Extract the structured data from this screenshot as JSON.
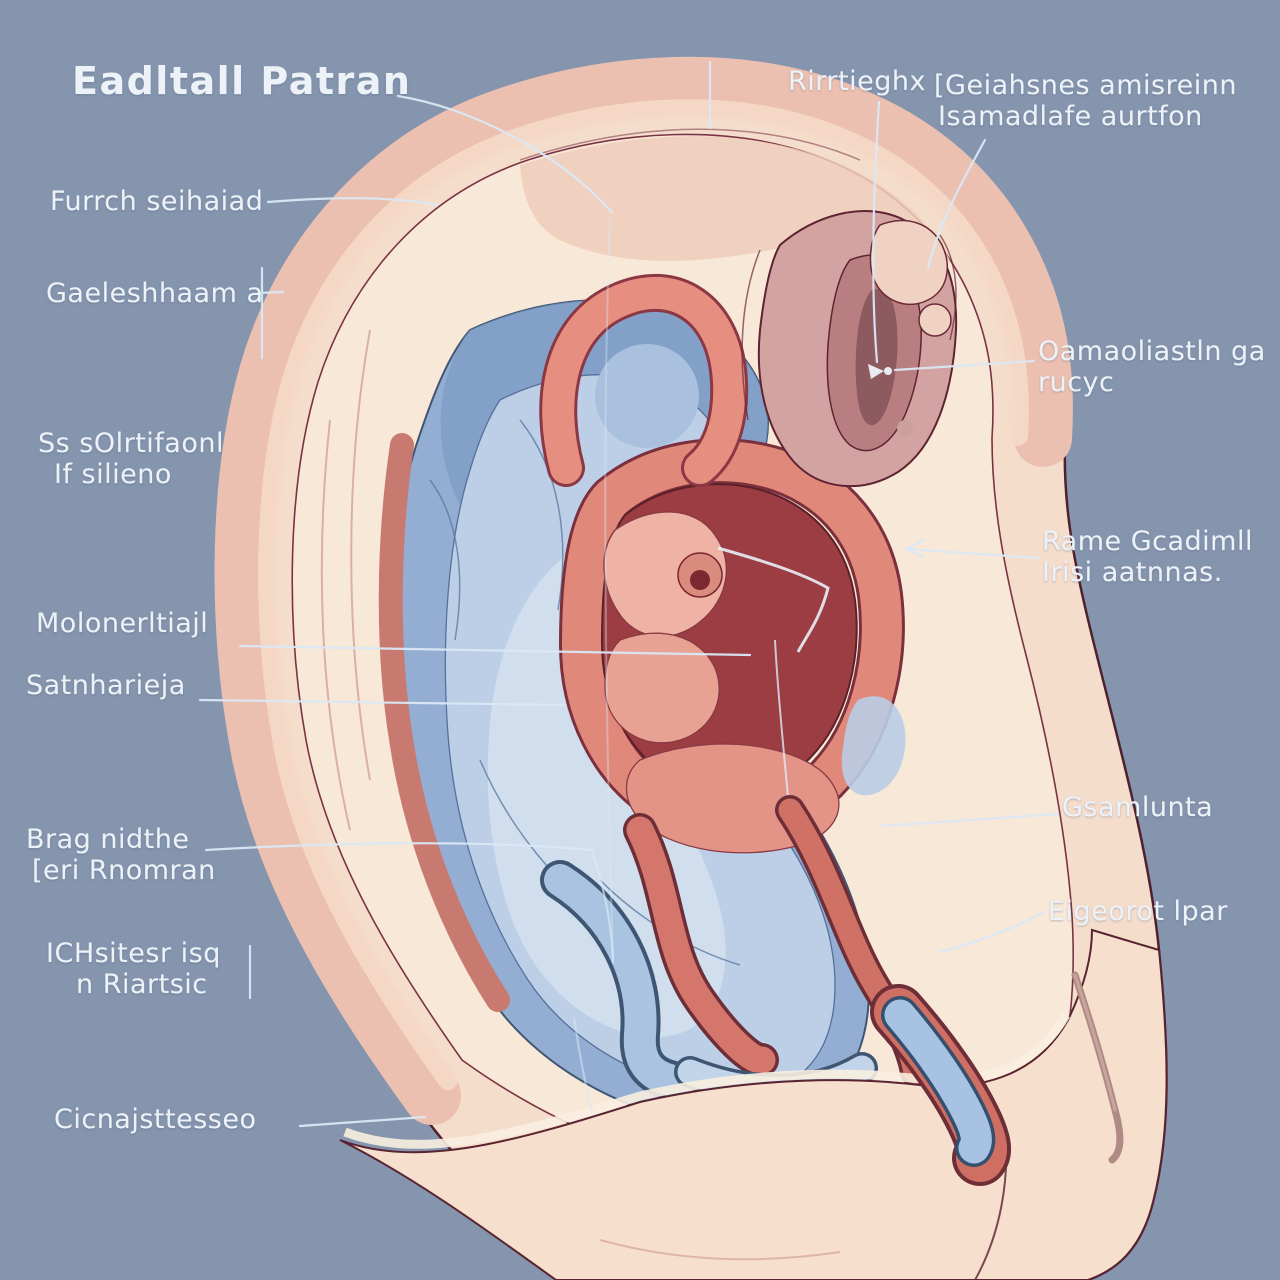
{
  "illustration": {
    "alt": "Cross-section anatomical illustration of a human ear with labeled parts",
    "palette": {
      "background": "#8595ad",
      "flesh_light": "#f5ddcb",
      "flesh_cream": "#f8e8d8",
      "rim_pink": "#ecc0b0",
      "pocket_mauve": "#d2a3a0",
      "blue_mid": "#93aed2",
      "blue_light": "#bccfe7",
      "blue_deep": "#7e9cc4",
      "red_band": "#c87a70",
      "salmon": "#e68f80",
      "cavity_red": "#9c3c43",
      "outline_dark": "#4f2130",
      "leader_line": "#dbe8f6",
      "label_text": "#edf2f8"
    }
  },
  "annotations": [
    {
      "id": "title",
      "lines": [
        "Eadltall Patran"
      ]
    },
    {
      "id": "furrch",
      "lines": [
        "Furrch seihaiad"
      ]
    },
    {
      "id": "gaeleshhaam",
      "lines": [
        "Gaeleshhaam a"
      ]
    },
    {
      "id": "ss-solrtifaonl",
      "lines": [
        "Ss sOlrtifaonl",
        "If silieno"
      ]
    },
    {
      "id": "molonerltiajl",
      "lines": [
        "Molonerltiajl"
      ]
    },
    {
      "id": "satnharieja",
      "lines": [
        "Satnharieja"
      ]
    },
    {
      "id": "brag-nidthe",
      "lines": [
        "Brag nidthe",
        "[eri Rnomran"
      ]
    },
    {
      "id": "ichsitesr",
      "lines": [
        "ICHsitesr isq",
        "n Riartsic"
      ]
    },
    {
      "id": "cicnajsttesseo",
      "lines": [
        "Cicnajsttesseo"
      ]
    },
    {
      "id": "rirrtieghx",
      "lines": [
        "Rirrtieghx"
      ]
    },
    {
      "id": "geiahsnes",
      "lines": [
        "[Geiahsnes amisreinn",
        "Isamadlafe aurtfon"
      ]
    },
    {
      "id": "oamaoliastln",
      "lines": [
        "Oamaoliastln ga",
        "rucyc"
      ]
    },
    {
      "id": "rame-gcadimll",
      "lines": [
        "Rame Gcadimll",
        "Irisi aatnnas."
      ]
    },
    {
      "id": "gsamlunta",
      "lines": [
        "Gsamlunta"
      ]
    },
    {
      "id": "eigeorot",
      "lines": [
        "Eigeorot lpar"
      ]
    }
  ]
}
